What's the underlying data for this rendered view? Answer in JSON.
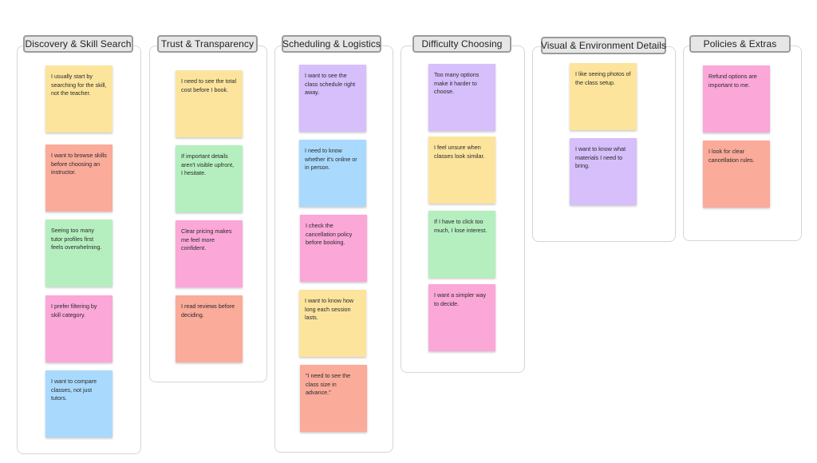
{
  "columns": [
    {
      "title": "Discovery & Skill Search",
      "notes": [
        {
          "text": "I usually start by searching for the skill, not the teacher.",
          "color": "#fde49d"
        },
        {
          "text": "I want to browse skills before choosing an instructor.",
          "color": "#fbab9a"
        },
        {
          "text": "Seeing too many tutor profiles first feels overwhelming.",
          "color": "#b5efbf"
        },
        {
          "text": "I prefer filtering by skill category.",
          "color": "#fba7d8"
        },
        {
          "text": "I want to compare classes, not just tutors.",
          "color": "#a9dafd"
        }
      ]
    },
    {
      "title": "Trust & Transparency",
      "notes": [
        {
          "text": "I need to see the total cost before I book.",
          "color": "#fde49d"
        },
        {
          "text": "If important details aren't visible upfront, I hesitate.",
          "color": "#b5efbf"
        },
        {
          "text": "Clear pricing makes me feel more confident.",
          "color": "#fba7d8"
        },
        {
          "text": "I read reviews before deciding.",
          "color": "#fbab9a"
        }
      ]
    },
    {
      "title": "Scheduling & Logistics",
      "notes": [
        {
          "text": "I want to see the class schedule right away.",
          "color": "#d6bffb"
        },
        {
          "text": "I need to know whether it's online or in person.",
          "color": "#a9dafd"
        },
        {
          "text": "I check the cancellation policy before booking.",
          "color": "#fba7d8"
        },
        {
          "text": "I want to know how long each session lasts.",
          "color": "#fde49d"
        },
        {
          "text": "\"I need to see the class size in advance.\"",
          "color": "#fbab9a"
        }
      ]
    },
    {
      "title": "Difficulty Choosing",
      "notes": [
        {
          "text": "Too many options make it harder to choose.",
          "color": "#d6bffb"
        },
        {
          "text": "I feel unsure when classes look similar.",
          "color": "#fde49d"
        },
        {
          "text": "If I have to click too much, I lose interest.",
          "color": "#b5efbf"
        },
        {
          "text": "I want a simpler way to decide.",
          "color": "#fba7d8"
        }
      ]
    },
    {
      "title": "Visual & Environment Details",
      "notes": [
        {
          "text": "I like seeing photos of the class setup.",
          "color": "#fde49d"
        },
        {
          "text": "I want to know what materials I need to bring.",
          "color": "#d6bffb"
        }
      ]
    },
    {
      "title": "Policies & Extras",
      "notes": [
        {
          "text": "Refund options are important to me.",
          "color": "#fba7d8"
        },
        {
          "text": "I look for clear cancellation rules.",
          "color": "#fbab9a"
        }
      ]
    }
  ]
}
